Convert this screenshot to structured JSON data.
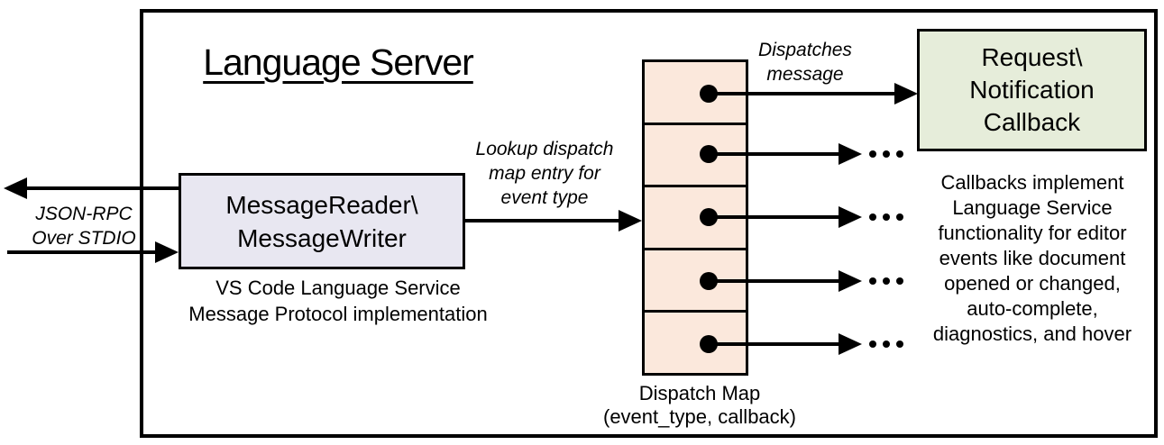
{
  "title": "Language Server",
  "colors": {
    "background": "#ffffff",
    "line": "#000000",
    "reader_box_fill": "#E8E7F1",
    "dispatch_cell_fill": "#FBE8DC",
    "callback_box_fill": "#E6EDDA"
  },
  "io_arrow_label": [
    "JSON-RPC",
    "Over STDIO"
  ],
  "reader_box": [
    "MessageReader\\",
    "MessageWriter"
  ],
  "reader_caption": [
    "VS Code Language Service",
    "Message Protocol implementation"
  ],
  "lookup_label": [
    "Lookup dispatch",
    "map entry for",
    "event type"
  ],
  "dispatch_label": [
    "Dispatches",
    "message"
  ],
  "callback_box": [
    "Request\\",
    "Notification",
    "Callback"
  ],
  "callback_caption": [
    "Callbacks implement",
    "Language Service",
    "functionality for editor",
    "events like document",
    "opened or changed,",
    "auto-complete,",
    "diagnostics, and hover"
  ],
  "dispatch_map_caption": [
    "Dispatch Map",
    "(event_type, callback)"
  ]
}
